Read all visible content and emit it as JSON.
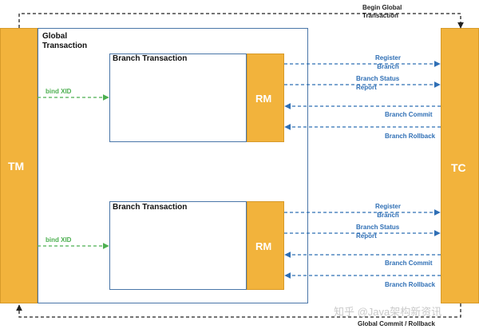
{
  "tm": {
    "label": "TM"
  },
  "tc": {
    "label": "TC"
  },
  "global_transaction": {
    "label_line1": "Global",
    "label_line2": "Transaction"
  },
  "begin": {
    "line1": "Begin Global",
    "line2": "Transaction"
  },
  "global_commit": {
    "label": "Global Commit / Rollback"
  },
  "branches": [
    {
      "title": "Branch Transaction",
      "rm": "RM",
      "bind": "bind XID",
      "register": {
        "line1": "Register",
        "line2": "Branch"
      },
      "status": {
        "line1": "Branch Status",
        "line2": "Report"
      },
      "commit": "Branch Commit",
      "rollback": "Branch Rollback"
    },
    {
      "title": "Branch Transaction",
      "rm": "RM",
      "bind": "bind XID",
      "register": {
        "line1": "Register",
        "line2": "Branch"
      },
      "status": {
        "line1": "Branch Status",
        "line2": "Report"
      },
      "commit": "Branch Commit",
      "rollback": "Branch Rollback"
    }
  ],
  "watermark": "知乎 @Java架构新资讯",
  "colors": {
    "orange": "#f2b33c",
    "blue": "#2f6fb5",
    "green": "#4caf50",
    "black": "#222222"
  }
}
